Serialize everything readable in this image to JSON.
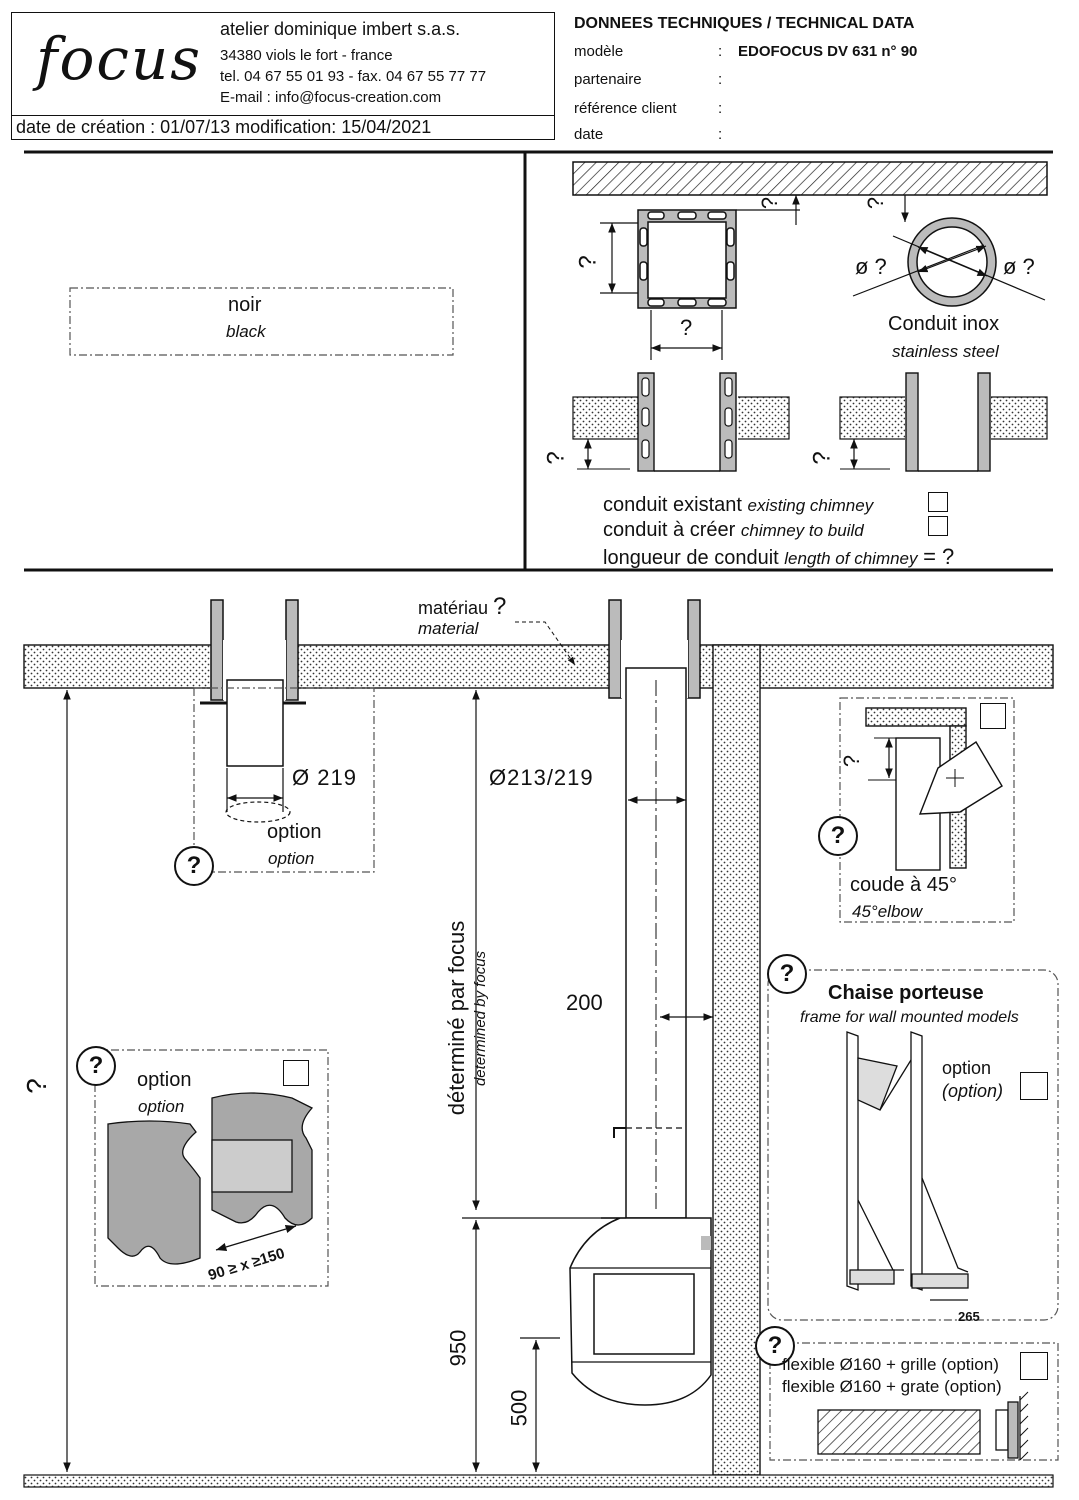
{
  "header": {
    "logo": "focus",
    "company": "atelier dominique imbert s.a.s.",
    "address": "34380 viols le fort  -   france",
    "phone_fax": "tel. 04 67 55 01 93  -    fax. 04 67 55 77 77",
    "email": "E-mail : info@focus-creation.com",
    "dates": "date de création : 01/07/13  modification: 15/04/2021"
  },
  "technical_data": {
    "title": "DONNEES TECHNIQUES / TECHNICAL DATA",
    "rows": [
      {
        "label": "modèle",
        "sep": ":",
        "value": "EDOFOCUS DV 631 n° 90"
      },
      {
        "label": "partenaire",
        "sep": ":",
        "value": ""
      },
      {
        "label": "référence client",
        "sep": ":",
        "value": ""
      },
      {
        "label": "date",
        "sep": ":",
        "value": ""
      }
    ]
  },
  "finish": {
    "label": "noir",
    "label_en": "black"
  },
  "chimney": {
    "question": "?",
    "width_q": "?",
    "diam_q_left": "ø ?",
    "diam_q_right": "ø ?",
    "conduit_label": "Conduit inox",
    "conduit_label_en": "stainless steel",
    "existing": "conduit existant",
    "existing_en": "existing chimney",
    "to_build": "conduit à créer",
    "to_build_en": "chimney to build",
    "length": "longueur de conduit",
    "length_en": "length of chimney",
    "length_value": "= ?"
  },
  "installation": {
    "material": "matériau",
    "material_q": "?",
    "material_en": "material",
    "dia_219": "Ø 219",
    "option": "option",
    "option_en": "option",
    "dia_213_219": "Ø213/219",
    "determined": "déterminé par focus",
    "determined_en": "determined by focus",
    "dim_200": "200",
    "dim_950": "950",
    "dim_500": "500",
    "height_q": "?",
    "bracket_option": "option",
    "bracket_option_en": "option",
    "bracket_range": "90 ≥ x ≥150",
    "elbow": "coude à 45°",
    "elbow_en": "45°elbow",
    "elbow_q": "?",
    "frame_title": "Chaise porteuse",
    "frame_subtitle": "frame for wall mounted models",
    "frame_option": "option",
    "frame_option_en": "(option)",
    "frame_dim": "265",
    "flex_fr": "flexible Ø160 + grille (option)",
    "flex_en": "flexible Ø160 + grate (option)",
    "q_mark": "?"
  }
}
